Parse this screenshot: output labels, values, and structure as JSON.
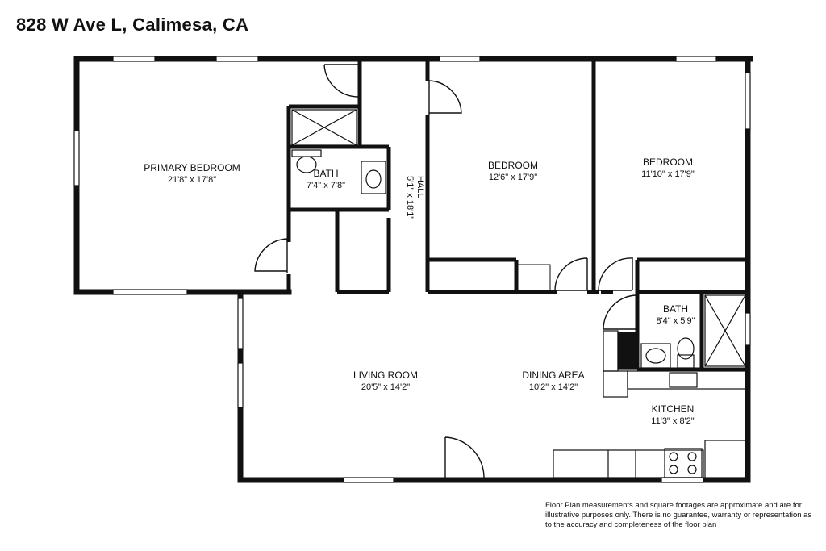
{
  "title": "828 W Ave L, Calimesa, CA",
  "rooms": [
    {
      "id": "primary-bedroom",
      "name": "PRIMARY BEDROOM",
      "dims": "21'8\" x 17'8\""
    },
    {
      "id": "bath-1",
      "name": "BATH",
      "dims": "7'4\" x 7'8\""
    },
    {
      "id": "bedroom-1",
      "name": "BEDROOM",
      "dims": "12'6\" x 17'9\""
    },
    {
      "id": "bedroom-2",
      "name": "BEDROOM",
      "dims": "11'10\" x 17'9\""
    },
    {
      "id": "bath-2",
      "name": "BATH",
      "dims": "8'4\" x 5'9\""
    },
    {
      "id": "living-room",
      "name": "LIVING ROOM",
      "dims": "20'5\" x 14'2\""
    },
    {
      "id": "dining-area",
      "name": "DINING AREA",
      "dims": "10'2\" x 14'2\""
    },
    {
      "id": "kitchen",
      "name": "KITCHEN",
      "dims": "11'3\" x 8'2\""
    }
  ],
  "hall": {
    "name": "HALL",
    "dims": "5'1\" x 18'1\""
  },
  "disclaimer": "Floor Plan measurements and square footages are approximate and are for illustrative purposes only. There is no guarantee, warranty or representation as to the accuracy and completeness of the floor plan"
}
